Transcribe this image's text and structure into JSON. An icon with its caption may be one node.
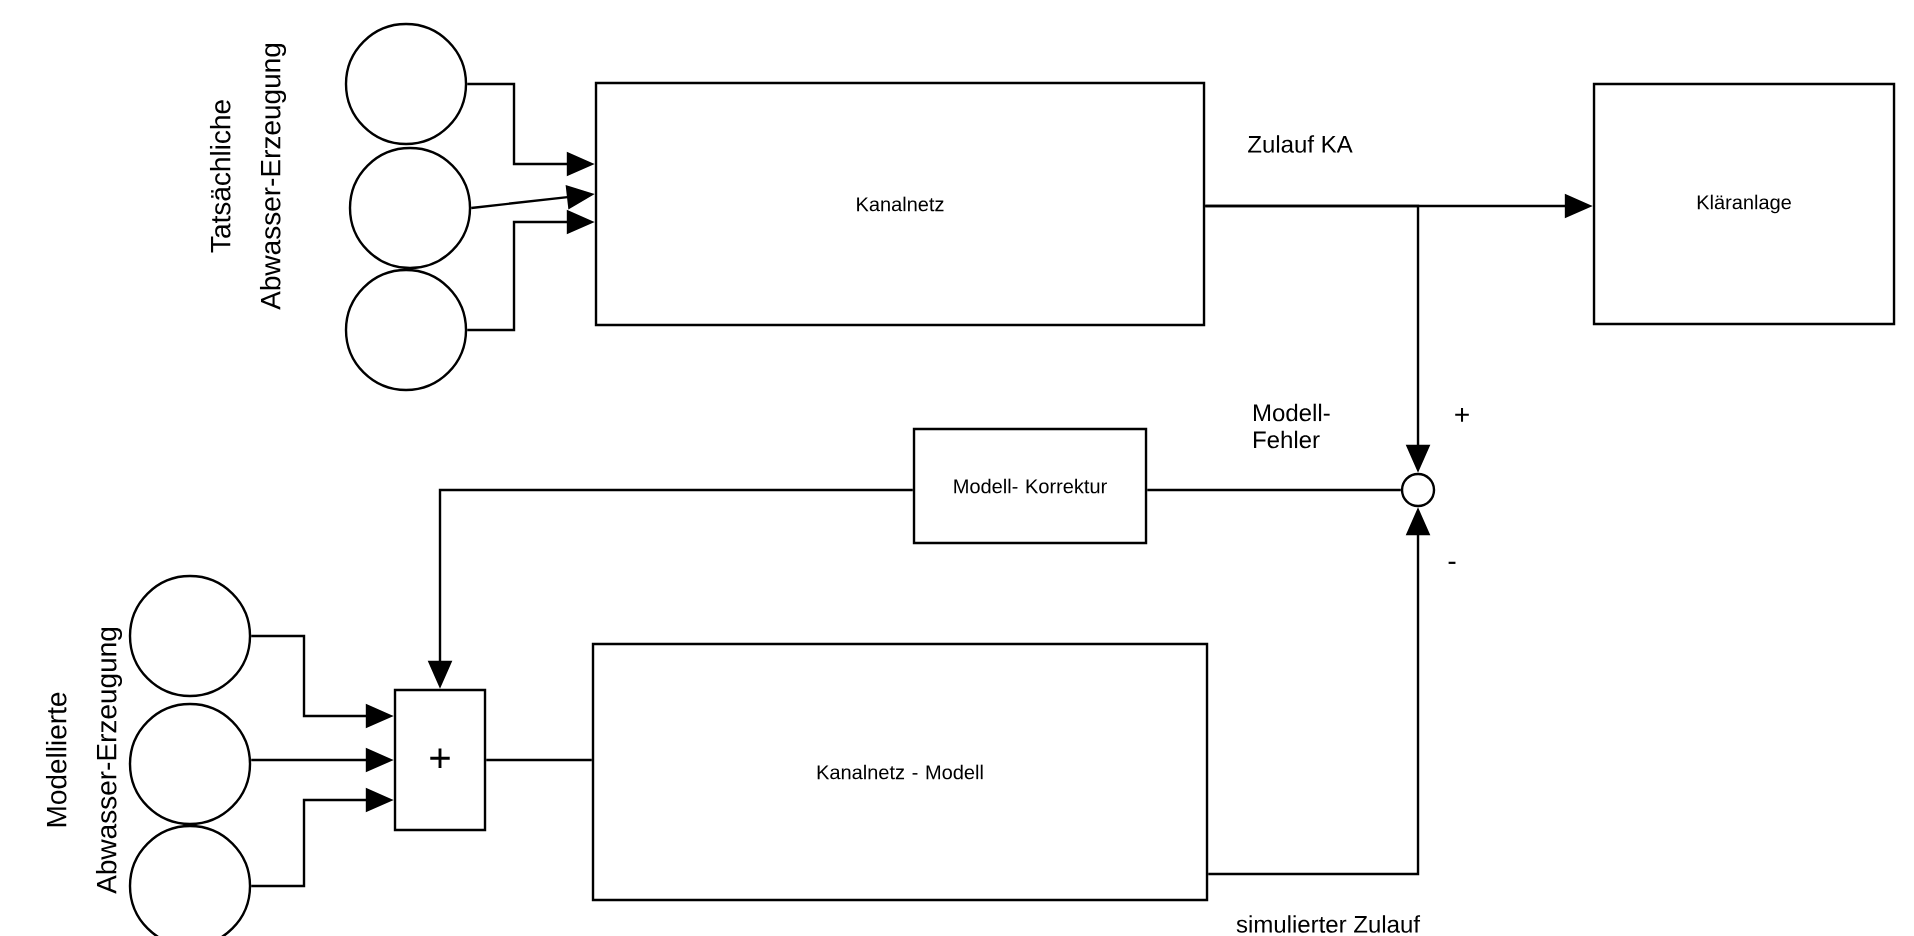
{
  "diagram": {
    "nodes": [
      {
        "text": [],
        "shape": "circle"
      },
      {
        "text": [],
        "shape": "circle"
      },
      {
        "text": [],
        "shape": "circle"
      },
      {
        "text": [
          "Kanalnetz"
        ]
      },
      {
        "text": [
          "Kläranlage"
        ]
      },
      {
        "text": [],
        "shape": "circle"
      },
      {
        "text": [
          "Modell- Korrektur"
        ]
      },
      {
        "text": [],
        "shape": "circle"
      },
      {
        "text": [],
        "shape": "circle"
      },
      {
        "text": [],
        "shape": "circle"
      },
      {
        "text": [
          "+"
        ]
      },
      {
        "text": [
          "Kanalnetz - Modell"
        ]
      }
    ],
    "edges": [
      {
        "from": 0,
        "to": 3,
        "arrow": "to"
      },
      {
        "from": 1,
        "to": 3,
        "arrow": "to"
      },
      {
        "from": 2,
        "to": 3,
        "arrow": "to"
      },
      {
        "from": 3,
        "to": 4,
        "arrow": "to",
        "label": "Zulauf KA"
      },
      {
        "from": 3,
        "to": 5,
        "arrow": "to"
      },
      {
        "from": 11,
        "to": 5,
        "arrow": "to",
        "label": "simulierter Zulauf"
      },
      {
        "from": 5,
        "to": 6,
        "arrow": "none"
      },
      {
        "from": 6,
        "to": 10,
        "arrow": "to"
      },
      {
        "from": 7,
        "to": 10,
        "arrow": "to"
      },
      {
        "from": 8,
        "to": 10,
        "arrow": "to"
      },
      {
        "from": 9,
        "to": 10,
        "arrow": "to"
      },
      {
        "from": 10,
        "to": 11,
        "arrow": "none"
      }
    ],
    "labels": [
      "Tatsächliche Abwasser-Erzeugung",
      "Modellierte Abwasser-Erzeugung",
      "Modell- Fehler",
      "+",
      "-"
    ]
  }
}
